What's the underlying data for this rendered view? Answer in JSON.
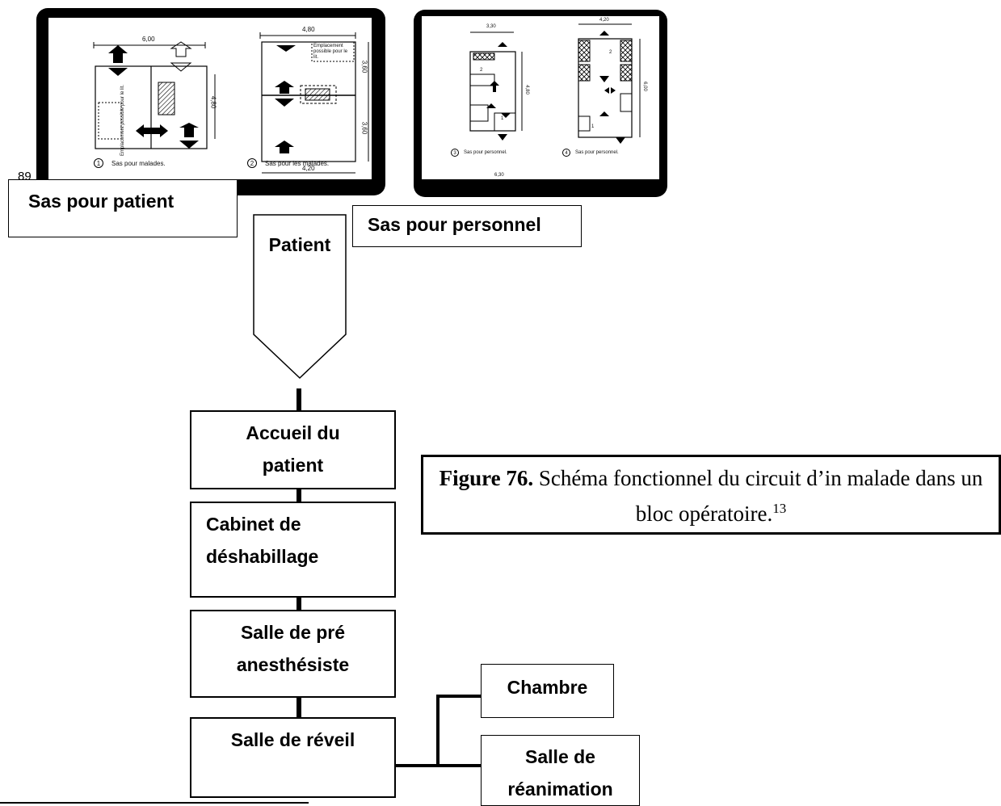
{
  "plans": {
    "patient_panel": {
      "dim_top": "6,00",
      "dim_top_right": "4,80",
      "dim_side_1": "4,80",
      "dim_side_2": "3,60",
      "dim_side_3": "3,60",
      "dim_bottom": "4,20",
      "note_left": "Emplacement possible pour le lit.",
      "note_right": "Emplacement possible pour le lit.",
      "caption_1_num": "1",
      "caption_1": "Sas pour malades.",
      "caption_2_num": "2",
      "caption_2": "Sas pour les malades.",
      "page_number": "89"
    },
    "staff_panel": {
      "dim_top_left": "3,30",
      "dim_top_right": "4,20",
      "dim_side_left": "4,80",
      "dim_side_right": "6,00",
      "dim_bottom": "6,30",
      "room_num_a": "2",
      "room_num_b": "1",
      "room_num_c": "2",
      "room_num_d": "1",
      "caption_3_num": "3",
      "caption_3": "Sas pour personnel.",
      "caption_4_num": "4",
      "caption_4": "Sas pour personnel."
    }
  },
  "labels": {
    "sas_patient": "Sas pour patient",
    "sas_personnel": "Sas pour personnel",
    "patient_arrow": "Patient"
  },
  "flow": {
    "accueil": "Accueil du patient",
    "cabinet": "Cabinet de déshabillage",
    "pre_anesthesie": "Salle de pré anesthésiste",
    "reveil": "Salle de réveil",
    "chambre": "Chambre",
    "reanimation": "Salle de réanimation"
  },
  "caption": {
    "figure_label": "Figure 76.",
    "text": "Schéma fonctionnel du circuit d’in malade dans un bloc opératoire.",
    "footnote_ref": "13"
  }
}
